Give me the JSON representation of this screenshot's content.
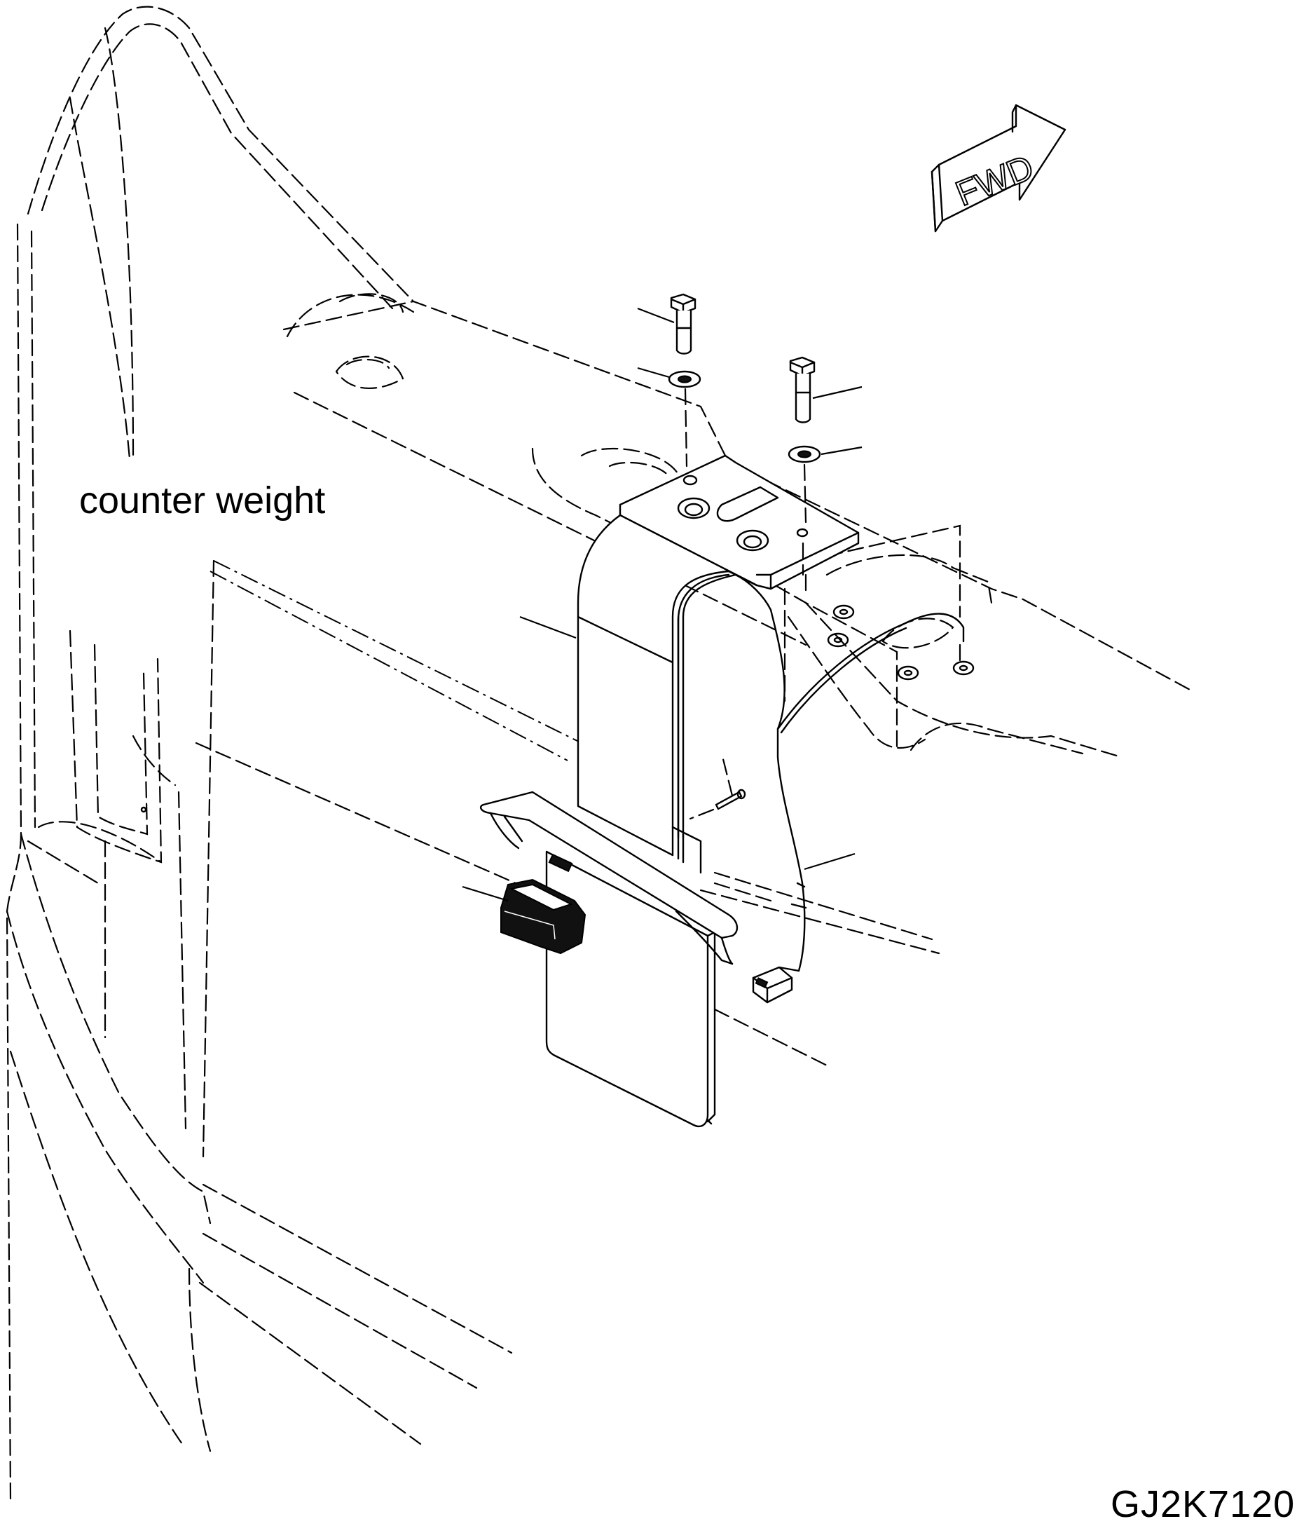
{
  "diagram": {
    "labels": {
      "counter_weight": "counter weight",
      "drawing_code": "GJ2K7120",
      "forward_arrow": "FWD"
    },
    "parts": [
      {
        "name": "bolt",
        "count": 2
      },
      {
        "name": "washer",
        "count": 2
      },
      {
        "name": "bracket",
        "count": 1
      },
      {
        "name": "screw",
        "count": 1
      },
      {
        "name": "wiring-harness",
        "count": 1
      },
      {
        "name": "lamp",
        "count": 1
      },
      {
        "name": "license-plate",
        "count": 1
      }
    ]
  }
}
